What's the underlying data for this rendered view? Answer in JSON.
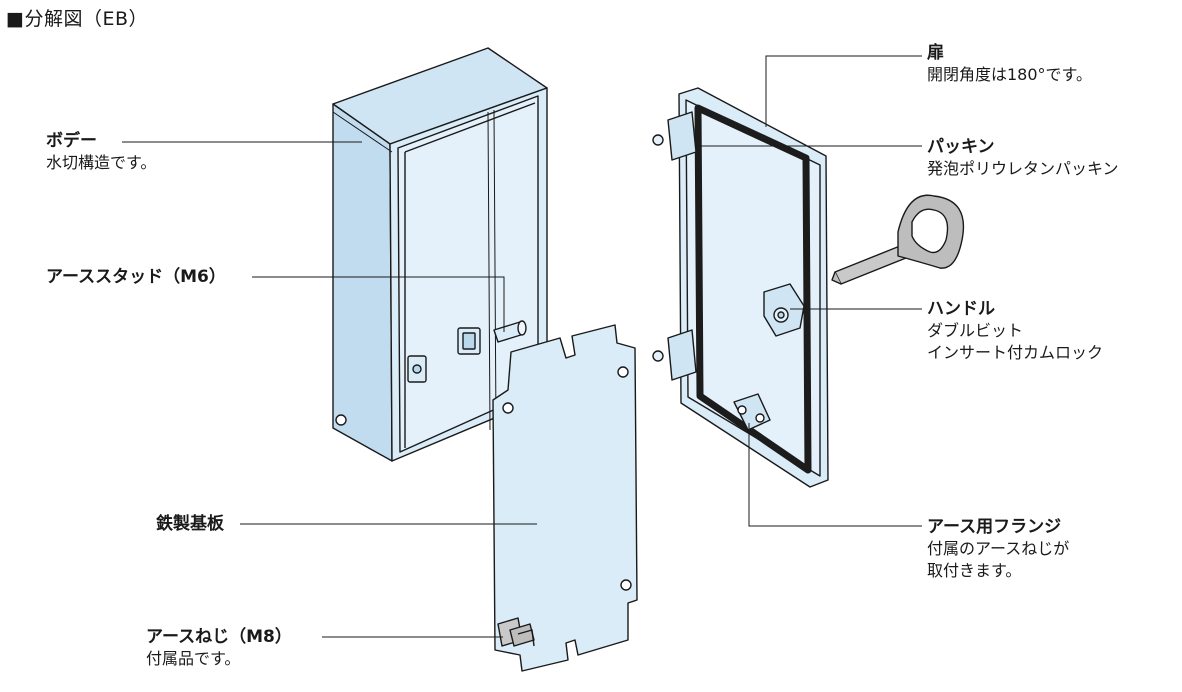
{
  "title": "■分解図（EB）",
  "labels": {
    "body": {
      "heading": "ボデー",
      "sub": "水切構造です。"
    },
    "stud": {
      "heading": "アーススタッド（M6）"
    },
    "plate": {
      "heading": "鉄製基板"
    },
    "screw": {
      "heading": "アースねじ（M8）",
      "sub": "付属品です。"
    },
    "door": {
      "heading": "扉",
      "sub": "開閉角度は180°です。"
    },
    "packing": {
      "heading": "パッキン",
      "sub": "発泡ポリウレタンパッキン"
    },
    "handle": {
      "heading": "ハンドル",
      "sub1": "ダブルビット",
      "sub2": "インサート付カムロック"
    },
    "flange": {
      "heading": "アース用フランジ",
      "sub1": "付属のアースねじが",
      "sub2": "取付きます。"
    }
  },
  "colors": {
    "fill": "#d9ecf7",
    "fill_dark": "#b9d8ec",
    "line": "#1a1a1a",
    "packing": "#1c1c1c"
  }
}
